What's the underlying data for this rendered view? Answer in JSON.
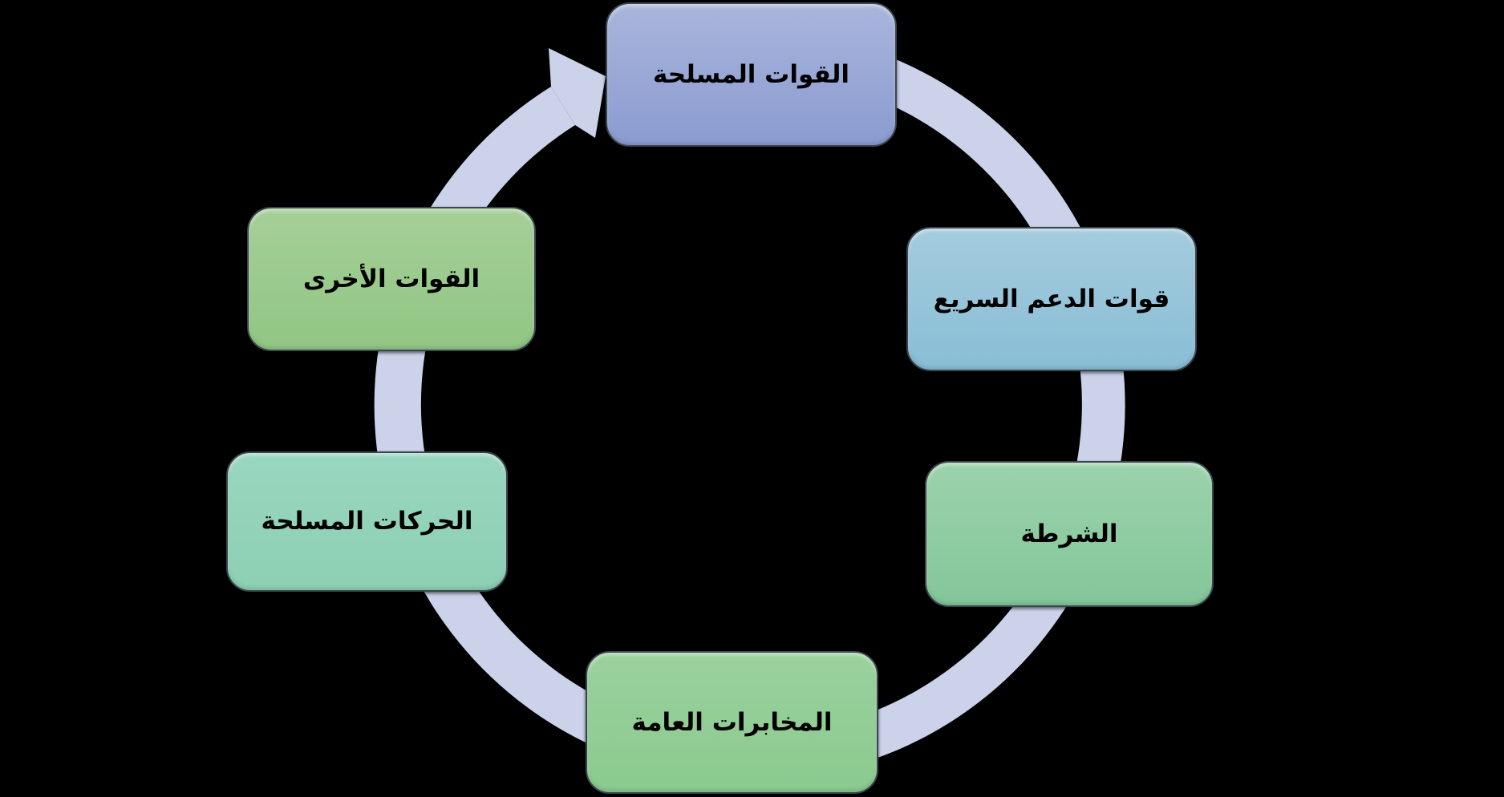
{
  "diagram": {
    "type": "cycle",
    "background_color": "#000000",
    "text_color": "#000000",
    "node_border_color": "#3A4650",
    "arrow": {
      "color": "#CBD2E9",
      "direction": "clockwise"
    },
    "nodes": [
      {
        "id": "armed-forces",
        "position": "top",
        "label": "القوات المسلحة",
        "color_top": "#A9B5DB",
        "color_bottom": "#8B9BD1"
      },
      {
        "id": "rapid-support-forces",
        "position": "upper-right",
        "label": "قوات الدعم السريع",
        "color_top": "#A5CBDE",
        "color_bottom": "#88BED5"
      },
      {
        "id": "police",
        "position": "lower-right",
        "label": "الشرطة",
        "color_top": "#9CD2AC",
        "color_bottom": "#83C699"
      },
      {
        "id": "general-intelligence",
        "position": "bottom",
        "label": "المخابرات العامة",
        "color_top": "#9BD19D",
        "color_bottom": "#8ACA8F"
      },
      {
        "id": "armed-movements",
        "position": "lower-left",
        "label": "الحركات المسلحة",
        "color_top": "#9AD6BF",
        "color_bottom": "#8CD0B3"
      },
      {
        "id": "other-forces",
        "position": "upper-left",
        "label": "القوات الأخرى",
        "color_top": "#A6CF98",
        "color_bottom": "#90C683"
      }
    ]
  }
}
